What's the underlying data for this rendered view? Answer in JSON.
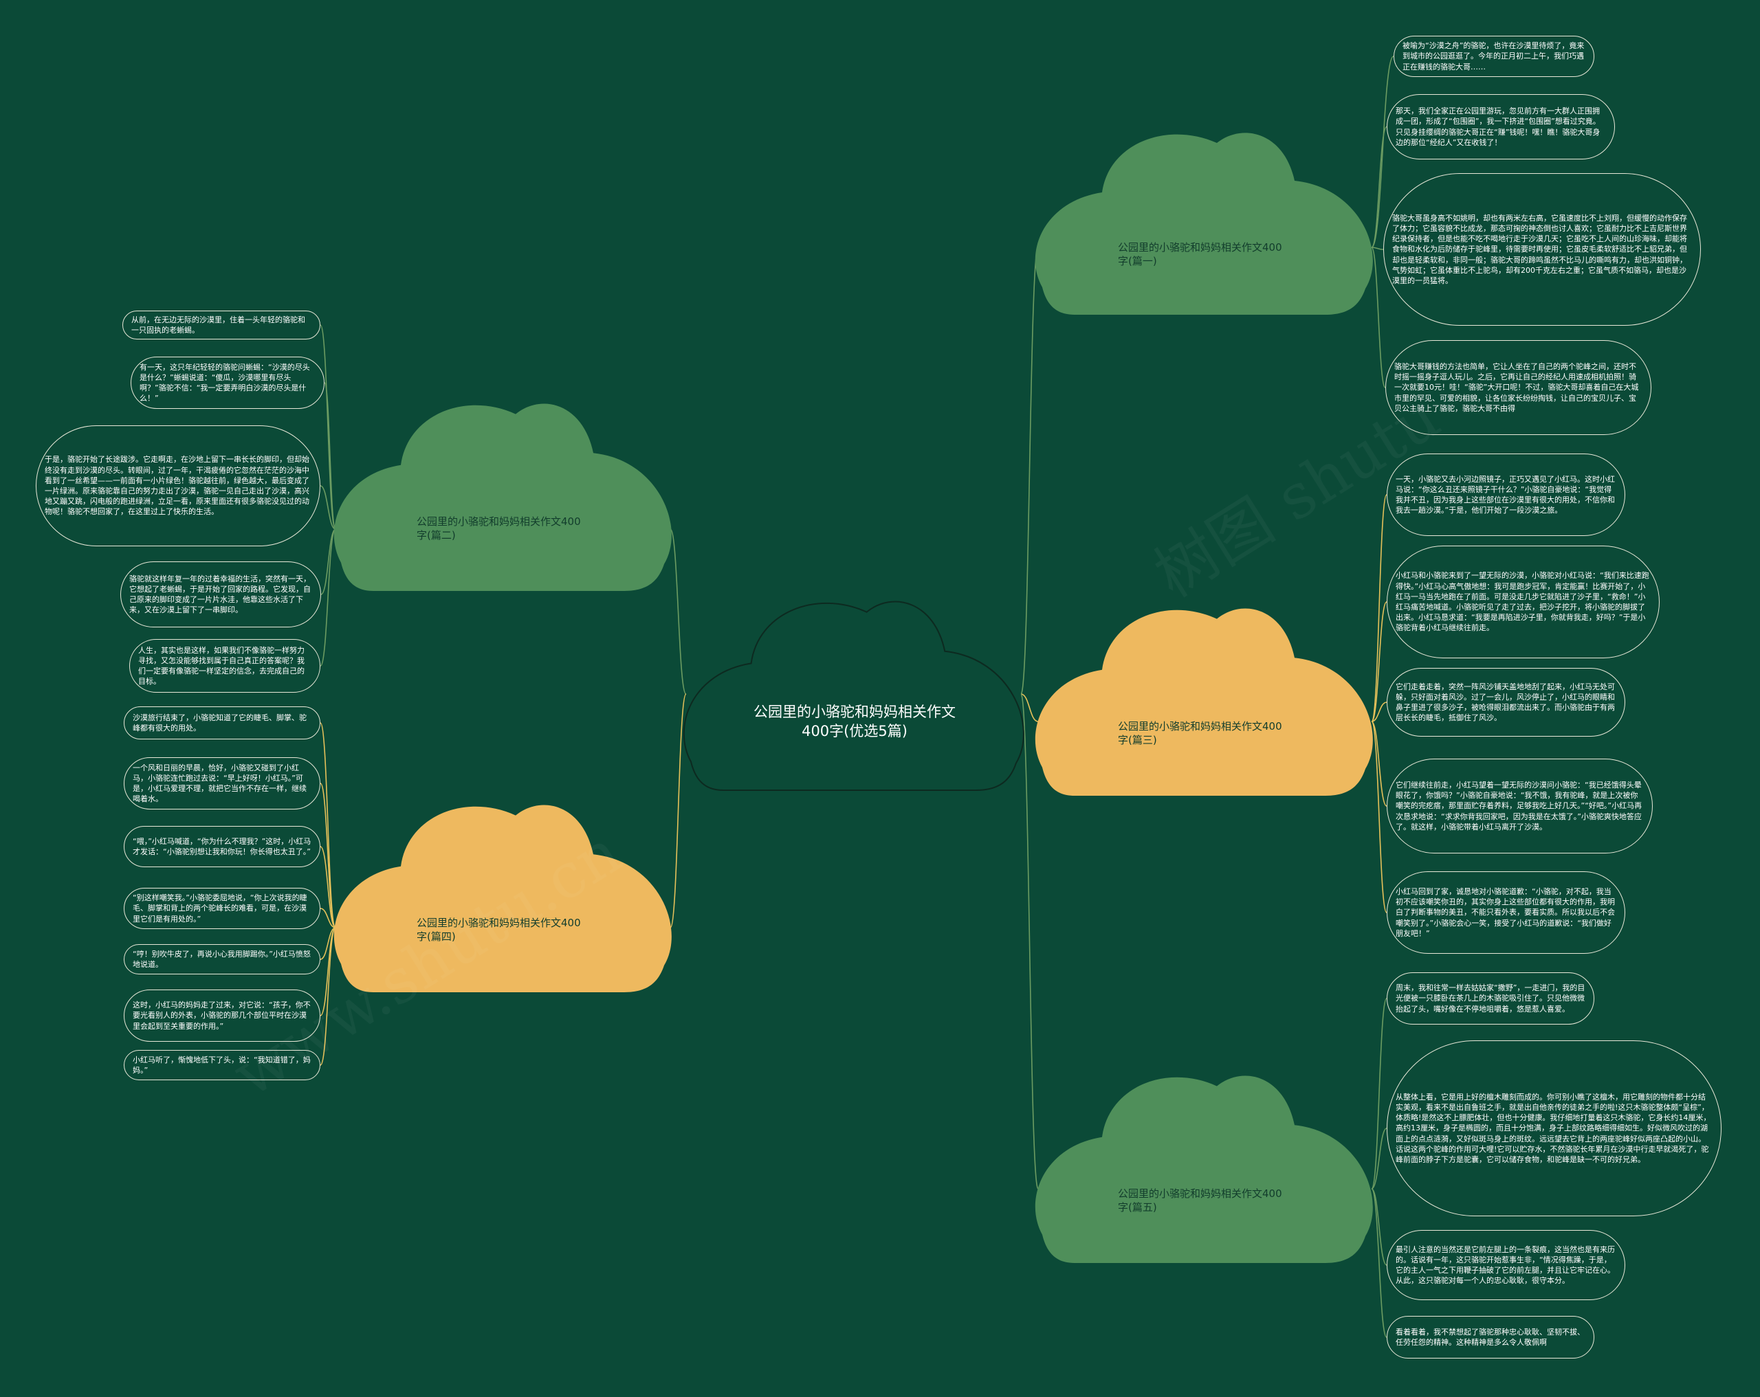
{
  "center": {
    "title": "公园里的小骆驼和妈妈相关作文400字(优选5篇)"
  },
  "colors": {
    "background": "#0b4a37",
    "green_cloud": "#4f8f5a",
    "yellow_cloud": "#eeb95f",
    "center_stroke": "#0d2a20",
    "leaf_border": "#e8e8d8",
    "yellow_line": "#e6c15a",
    "green_line": "#6c9c62"
  },
  "branches": [
    {
      "id": "b1",
      "title": "公园里的小骆驼和妈妈相关作文400字(篇一)",
      "color": "green",
      "leaves": [
        "被喻为“沙漠之舟”的骆驼，也许在沙漠里待烦了，竟来到城市的公园逛逛了。今年的正月初二上午，我们巧遇正在赚钱的骆驼大哥……",
        "那天，我们全家正在公园里游玩，忽见前方有一大群人正围拥成一团，形成了“包围圈”，我一下挤进“包围圈”想看过究竟。只见身挂缨绸的骆驼大哥正在“赚”钱呢！嘿！瞧！骆驼大哥身边的那位“经纪人”又在收钱了！",
        "骆驼大哥虽身高不如姚明，却也有两米左右高，它虽速度比不上刘翔，但缓慢的动作保存了体力；它虽容貌不比成龙，那态可掬的神态倒也讨人喜欢；它虽耐力比不上吉尼斯世界纪录保持者，但是也能不吃不喝地行走于沙漠几天；它虽吃不上人间的山珍海味，却能将食物和水化为后防储存于驼峰里，待需要时再使用；它虽皮毛柔软舒适比不上貂兄弟，但却也是轻柔软和，非同一般；骆驼大哥的蹄鸣虽然不比马儿的嘶鸣有力，却也洪如铜钟，气势如虹；它虽体重比不上驼鸟，却有200千克左右之重；它虽气质不如骆马，却也是沙漠里的一员猛将。",
        "骆驼大哥赚钱的方法也简单，它让人坐在了自己的两个驼峰之间，还时不时摇一摇身子逗人玩儿。之后，它再让自己的经纪人用速成相机拍照！骑一次就要10元！哇！“骆驼”大开口呢！不过，骆驼大哥却喜着自己在大城市里的罕见、可爱的相貌，让各位家长纷纷掏钱，让自己的宝贝儿子、宝贝公主骑上了骆驼，骆驼大哥不由得"
      ]
    },
    {
      "id": "b2",
      "title": "公园里的小骆驼和妈妈相关作文400字(篇二)",
      "color": "green",
      "leaves": [
        "从前，在无边无际的沙漠里，住着一头年轻的骆驼和一只固执的老蜥蜴。",
        "有一天，这只年纪轻轻的骆驼问蜥蜴：“沙漠的尽头是什么？”蜥蜴说道：“傻瓜，沙漠哪里有尽头啊？”骆驼不信：“我一定要弄明白沙漠的尽头是什么！”",
        "于是，骆驼开始了长途跋涉。它走啊走，在沙地上留下一串长长的脚印，但却始终没有走到沙漠的尽头。转眼间，过了一年，干渴疲倦的它忽然在茫茫的沙海中看到了一丝希望——一前面有一小片绿色！骆驼越往前，绿色越大，最后变成了一片绿洲。原来骆驼靠自己的努力走出了沙漠，骆驼一见自己走出了沙漠，高兴地又蹦又跳，闪电般的跑进绿洲，立足一看，原来里面还有很多骆驼没见过的动物呢！骆驼不想回家了，在这里过上了快乐的生活。",
        "骆驼就这样年复一年的过着幸福的生活，突然有一天，它想起了老蜥蜴，于是开始了回家的路程。它发现，自己原来的脚印变成了一片片水洼，他靠这些水活了下来，又在沙漠上留下了一串脚印。",
        "人生，其实也是这样，如果我们不像骆驼一样努力寻找，又怎没能够找到属于自己真正的答案呢？我们一定要有像骆驼一样坚定的信念，去完成自己的目标。"
      ]
    },
    {
      "id": "b3",
      "title": "公园里的小骆驼和妈妈相关作文400字(篇三)",
      "color": "yellow",
      "leaves": [
        "一天，小骆驼又去小河边照镜子，正巧又遇见了小红马。这时小红马说：“你这么丑还来照镜子干什么？”小骆驼自豪地说：“我觉得我并不丑，因为我身上这些部位在沙漠里有很大的用处，不信你和我去一趟沙漠。”于是，他们开始了一段沙漠之旅。",
        "小红马和小骆驼来到了一望无际的沙漠，小骆驼对小红马说：“我们来比速跑得快。”小红马心高气傲地想：我可是跑步冠军，肯定能赢！比赛开始了，小红马一马当先地跑在了前面。可是没走几步它就陷进了沙子里，“救命！”小红马痛苦地喊道。小骆驼听见了走了过去，把沙子挖开，将小骆驼的脚拔了出来。小红马恳求道：“我要是再陷进沙子里，你就背我走，好吗？”于是小骆驼背着小红马继续往前走。",
        "它们走着走着，突然一阵风沙铺天盖地地刮了起来，小红马无处可躲，只好面对着风沙。过了一会儿，风沙停止了，小红马的眼睛和鼻子里进了很多沙子，被呛得眼泪都流出来了。而小骆驼由于有两层长长的睫毛，抵御住了风沙。",
        "它们继续往前走，小红马望着一望无际的沙漠问小骆驼：“我已经饿得头晕眼花了，你饿吗？”小骆驼自豪地说：“我不饿，我有驼峰，就是上次被你嘲笑的完疙瘩，那里面贮存着养料，足够我吃上好几天。”“好吧。”小红马再次恳求地说：“求求你背我回家吧，因为我是在太饿了。”小骆驼爽快地答应了。就这样，小骆驼带着小红马离开了沙漠。",
        "小红马回到了家，诚恳地对小骆驼道歉：“小骆驼，对不起，我当初不应该嘲笑你丑的，其实你身上这些部位都有很大的作用，我明白了判断事物的美丑，不能只看外表，要看实质。所以我以后不会嘲笑别了。”小骆驼会心一笑，接受了小红马的道歉说：“我们做好朋友吧！”"
      ]
    },
    {
      "id": "b4",
      "title": "公园里的小骆驼和妈妈相关作文400字(篇四)",
      "color": "yellow",
      "leaves": [
        "沙漠旅行结束了，小骆驼知道了它的睫毛、脚掌、驼峰都有很大的用处。",
        "一个风和日丽的早晨，恰好，小骆驼又碰到了小红马，小骆驼连忙跑过去说：“早上好呀！小红马。”可是，小红马爱理不理，就把它当作不存在一样，继续喝着水。",
        "“喂，”小红马喊道，“你为什么不理我？”这时，小红马才发话：“小骆驼别想让我和你玩！你长得也太丑了。”",
        "“别这样嘲笑我。”小骆驼委屈地说，“你上次说我的睫毛、脚掌和背上的两个驼峰长的难看，可是，在沙漠里它们是有用处的。”",
        "“哼！别吹牛皮了，再说小心我用脚踢你。”小红马愤怒地说道。",
        "这时，小红马的妈妈走了过来，对它说：“孩子，你不要光看别人的外表，小骆驼的那几个部位平时在沙漠里会起到至关重要的作用。”",
        "小红马听了，惭愧地低下了头，说：“我知道错了，妈妈。”"
      ]
    },
    {
      "id": "b5",
      "title": "公园里的小骆驼和妈妈相关作文400字(篇五)",
      "color": "green",
      "leaves": [
        "周末，我和往常一样去姑姑家“撒野”，一走进门，我的目光便被一只膝卧在茶几上的木骆驼吸引住了。只见他微微抬起了头，嘴好像在不停地咀嚼着，悠是惹人喜爱。",
        "从整体上看，它是用上好的檀木雕刻而成的。你可别小瞧了这檀木，用它雕刻的物件都十分结实美观，看来不是出自鲁班之手，就是出自他亲传的徒弟之手的啦!这只木骆驼整体颇“呈棕”，体质略!是然这不上膘肥体壮，但也十分健康。我仔细地打量着这只木骆驼，它身长约14厘米，高约13厘米，身子是椭圆的，而且十分饱满，身子上部纹路略细得细如生。好似微风吹过的湖面上的点点涟漪，又好似斑马身上的斑纹。远远望去它背上的两座驼峰好似两座凸起的小山。话说这两个驼峰的作用可大哩!它可以贮存水，不然骆驼长年累月在沙漠中行走早就渴死了，驼峰前面的脖子下方是驼囊，它可以储存食物，和驼峰是缺一不可的好兄弟。",
        "最引人注意的当然还是它前左腿上的一条裂痕，这当然也是有来历的。话说有一年，这只骆驼开始惹事生非，“情况得焦躁，于是，它的主人一气之下用鞭子抽破了它的前左腿，并且让它牢记在心。从此，这只骆驼对每一个人的忠心耿耿，很守本分。",
        "看着看着，我不禁想起了骆驼那种忠心耿耿、坚韧不拔、任劳任怨的精神。这种精神是多么令人敬佩啊"
      ]
    }
  ]
}
